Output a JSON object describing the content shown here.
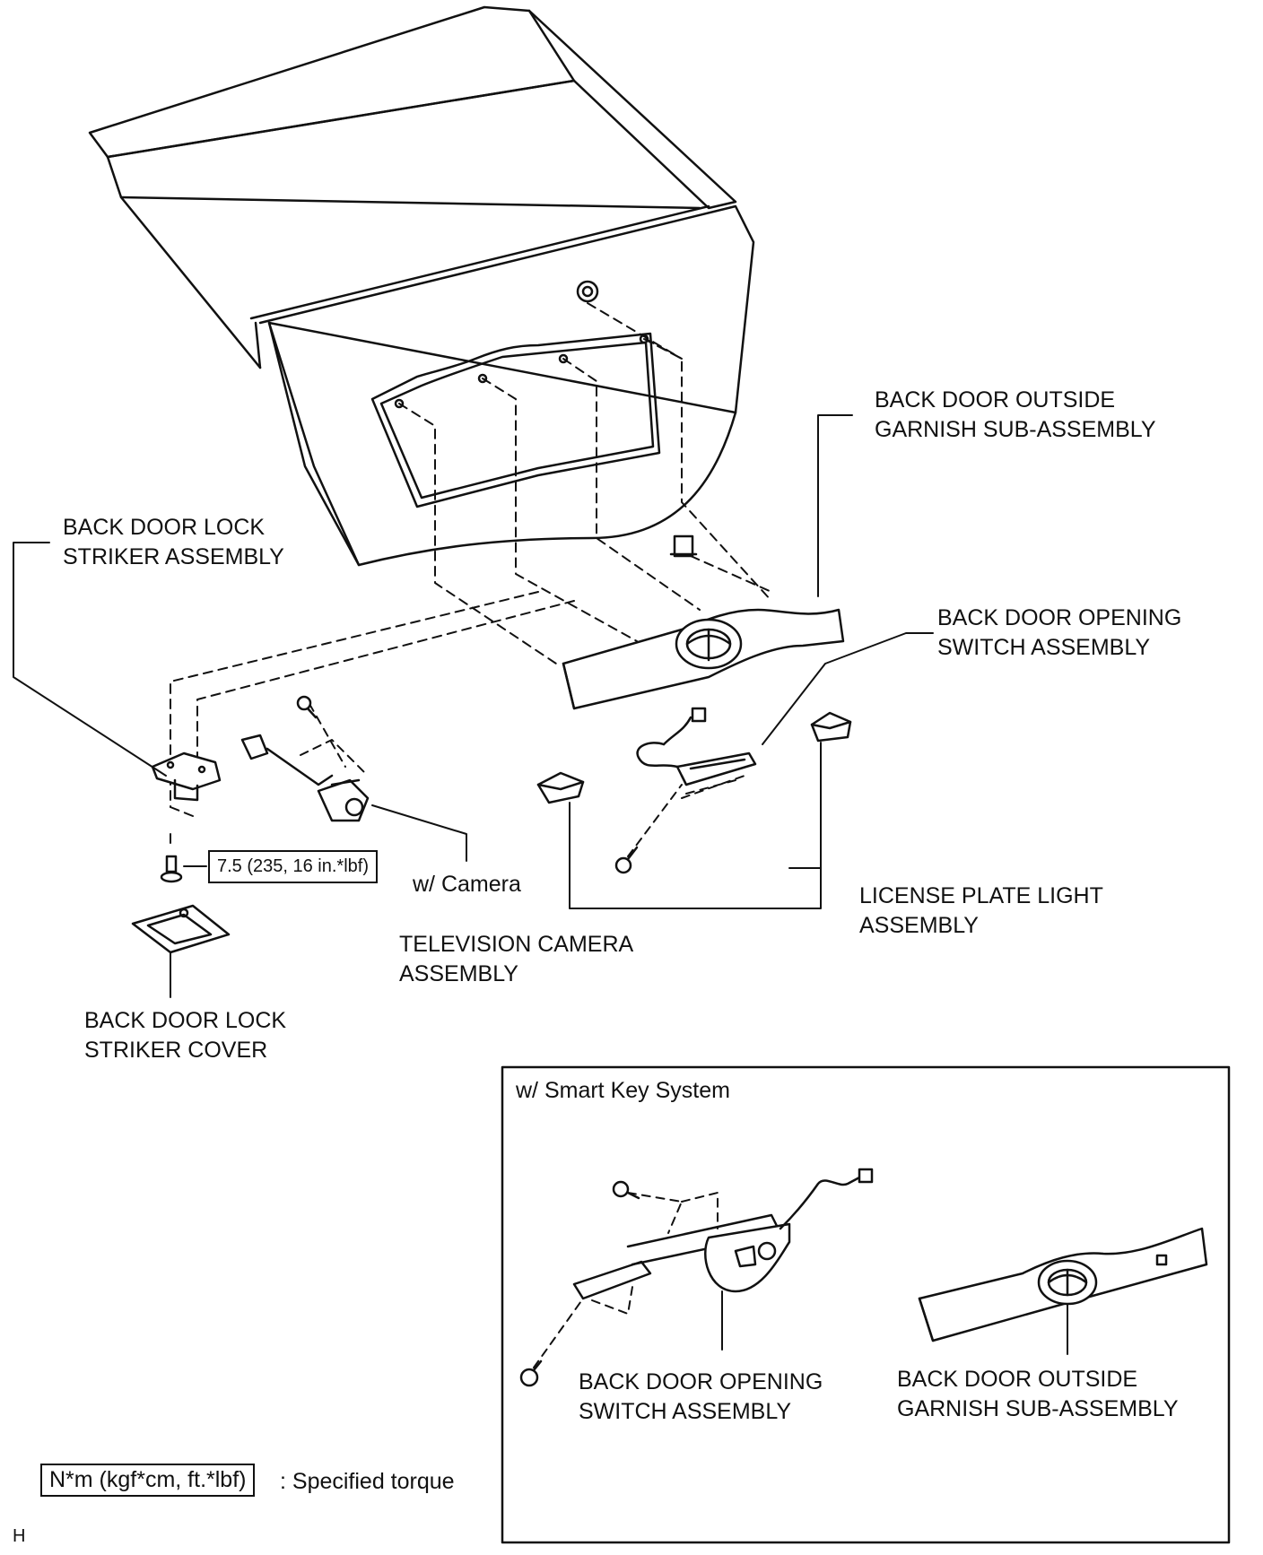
{
  "labels": {
    "garnish": [
      "BACK DOOR OUTSIDE",
      "GARNISH SUB-ASSEMBLY"
    ],
    "striker": [
      "BACK DOOR LOCK",
      "STRIKER ASSEMBLY"
    ],
    "opening_switch": [
      "BACK DOOR OPENING",
      "SWITCH ASSEMBLY"
    ],
    "camera_condition": "w/ Camera",
    "license_light": [
      "LICENSE PLATE LIGHT",
      "ASSEMBLY"
    ],
    "tv_camera": [
      "TELEVISION CAMERA",
      "ASSEMBLY"
    ],
    "striker_cover": [
      "BACK DOOR LOCK",
      "STRIKER COVER"
    ],
    "torque_value": "7.5 (235, 16 in.*lbf)"
  },
  "inset": {
    "title": "w/ Smart Key System",
    "opening_switch": [
      "BACK DOOR OPENING",
      "SWITCH ASSEMBLY"
    ],
    "garnish": [
      "BACK DOOR OUTSIDE",
      "GARNISH SUB-ASSEMBLY"
    ]
  },
  "legend": {
    "unit": "N*m (kgf*cm, ft.*lbf)",
    "text": ": Specified torque"
  },
  "footer_code": "H",
  "icons": [
    "torx-bolt-icon",
    "screw-icon",
    "toyota-emblem-icon",
    "connector-icon"
  ]
}
